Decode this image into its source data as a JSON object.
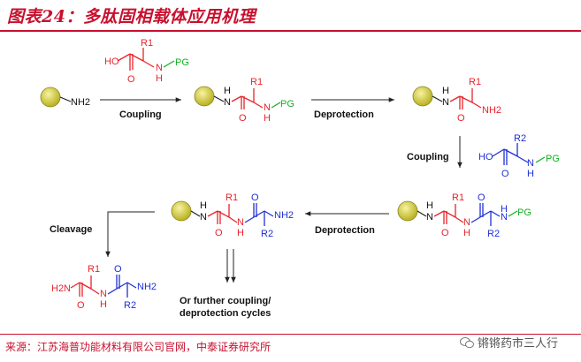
{
  "header": {
    "title": "图表24：多肽固相载体应用机理"
  },
  "chem": {
    "ho": "HO",
    "o": "O",
    "n": "N",
    "h": "H",
    "nh": "NH",
    "nh2": "NH2",
    "h2n": "H2N",
    "pg": "PG",
    "r1": "R1",
    "r2": "R2"
  },
  "steps": {
    "coupling_1": "Coupling",
    "deprotection_1": "Deprotection",
    "coupling_2": "Coupling",
    "deprotection_2": "Deprotection",
    "cleavage": "Cleavage",
    "further_line1": "Or further coupling/",
    "further_line2": "deprotection  cycles"
  },
  "footer": {
    "source": "来源：江苏海普功能材料有限公司官网，中泰证券研究所",
    "brand": "锵锵药市三人行"
  },
  "colors": {
    "brand_red": "#c8102e",
    "resin_fill": "#d8d23a",
    "amino_acid_1": "#e8232a",
    "protecting_group": "#10b020",
    "amino_acid_2": "#1f2fd6"
  }
}
